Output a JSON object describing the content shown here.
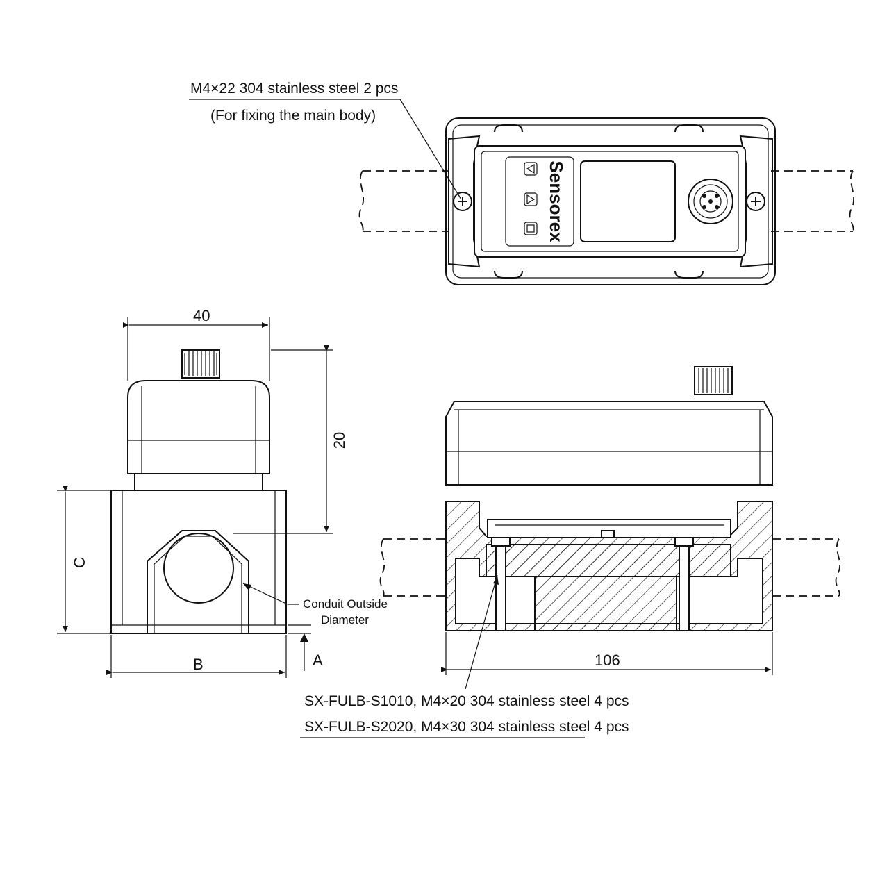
{
  "brand_mark": "Sensorex",
  "labels": {
    "screw_top_line1": "M4×22 304 stainless steel 2 pcs",
    "screw_top_line2": "(For fixing the main body)",
    "conduit_line1": "Conduit Outside",
    "conduit_line2": "Diameter",
    "screw_bottom_line1": "SX-FULB-S1010, M4×20 304 stainless steel 4 pcs",
    "screw_bottom_line2": "SX-FULB-S2020, M4×30 304 stainless steel 4 pcs"
  },
  "dimensions": {
    "width_side": "40",
    "height_total": "20",
    "height_c": "C",
    "width_b": "B",
    "height_a": "A",
    "length_front": "106"
  }
}
